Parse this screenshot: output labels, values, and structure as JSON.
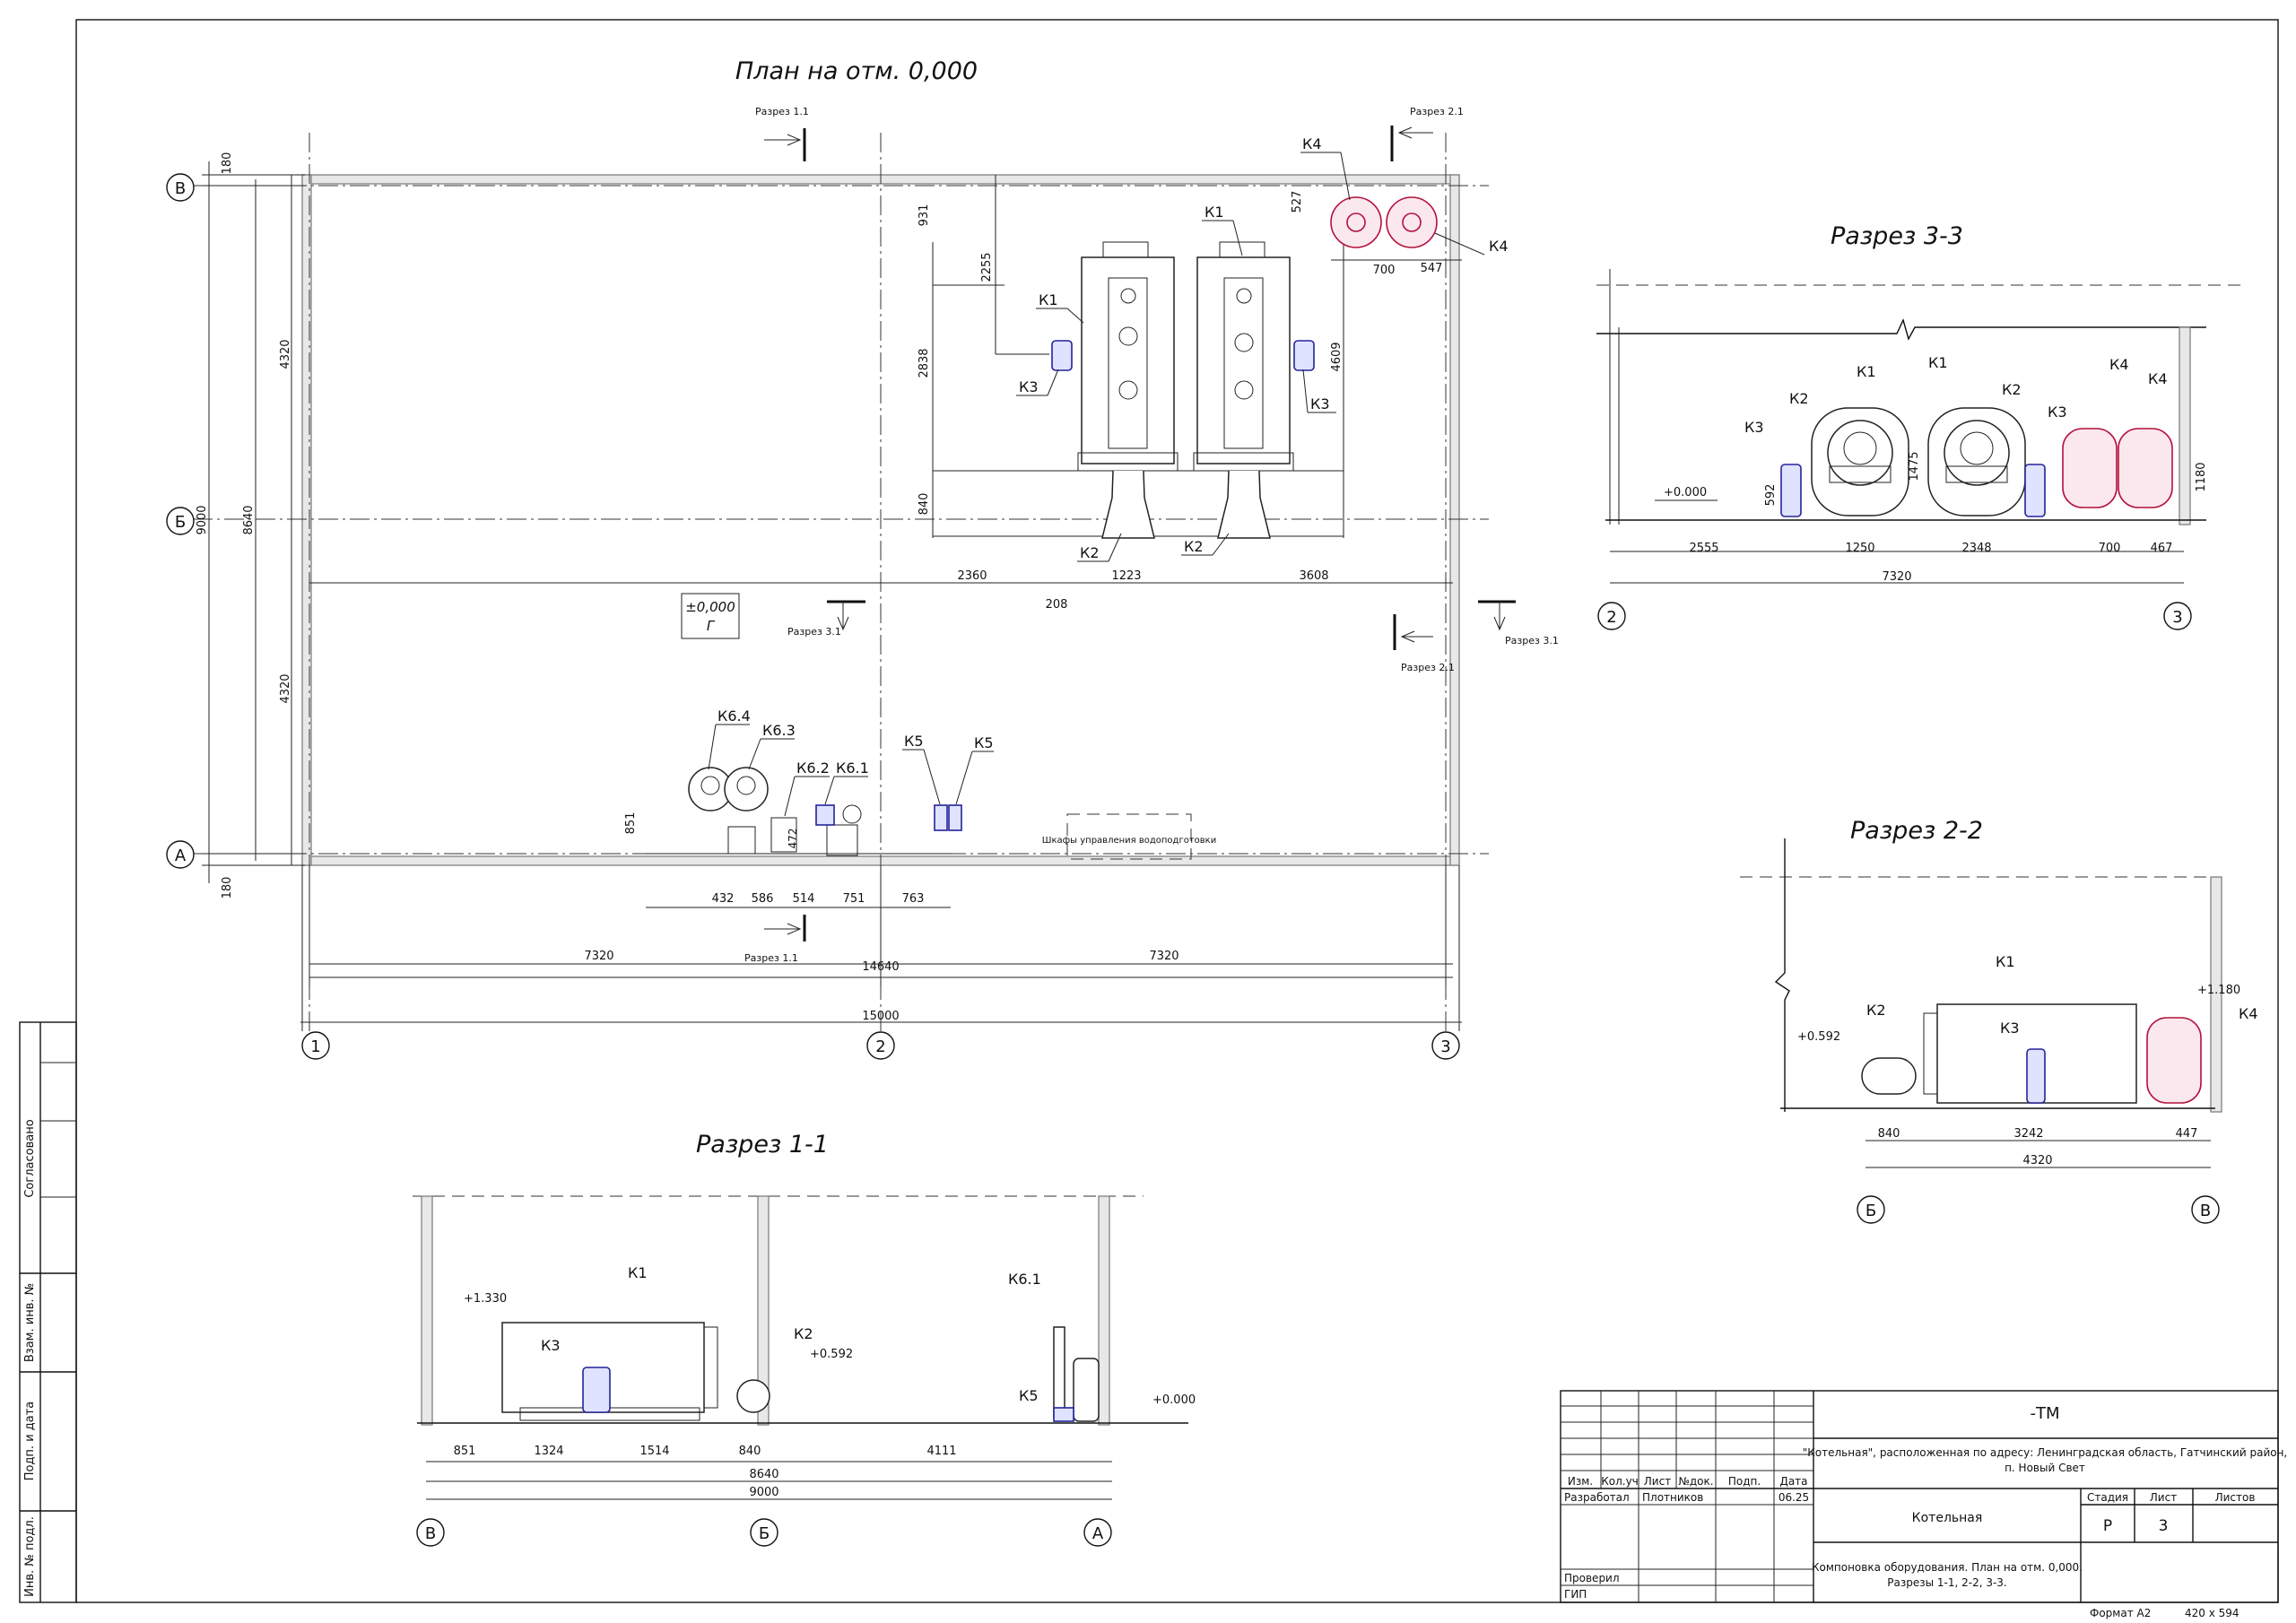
{
  "titles": {
    "plan": "План на отм. 0,000",
    "section11": "Разрез 1-1",
    "section22": "Разрез 2-2",
    "section33": "Разрез 3-3"
  },
  "section_marks": {
    "s11": "Разрез 1.1",
    "s21": "Разрез 2.1",
    "s31": "Разрез 3.1"
  },
  "axes": {
    "v1": "1",
    "v2": "2",
    "v3": "3",
    "hA": "А",
    "hB": "Б",
    "hV": "В"
  },
  "level_box": {
    "line1": "±0,000",
    "line2": "Г"
  },
  "cabinet": "Шкафы управления водоподготовки",
  "equipment": {
    "k1": "К1",
    "k2": "К2",
    "k3": "К3",
    "k4": "К4",
    "k5": "К5",
    "k61": "К6.1",
    "k62": "К6.2",
    "k63": "К6.3",
    "k64": "К6.4"
  },
  "plan_dims": {
    "d180a": "180",
    "d4320a": "4320",
    "d4320b": "4320",
    "d9000": "9000",
    "d8640": "8640",
    "d180b": "180",
    "d931": "931",
    "d2255": "2255",
    "d2838": "2838",
    "d840": "840",
    "d4609": "4609",
    "d527": "527",
    "d700": "700",
    "d547": "547",
    "d2360": "2360",
    "d1223": "1223",
    "d3608": "3608",
    "d208": "208",
    "d851": "851",
    "d432": "432",
    "d586": "586",
    "d514": "514",
    "d751": "751",
    "d763": "763",
    "d472": "472",
    "d7320a": "7320",
    "d14640": "14640",
    "d7320b": "7320",
    "d15000": "15000"
  },
  "s33_dims": {
    "lvl": "+0.000",
    "d592": "592",
    "d1475": "1475",
    "d1180": "1180",
    "d2555": "2555",
    "d1250": "1250",
    "d2348": "2348",
    "d700": "700",
    "d467": "467",
    "d7320": "7320"
  },
  "s22_dims": {
    "lvl1": "+0.592",
    "lvl2": "+1.180",
    "d840": "840",
    "d3242": "3242",
    "d447": "447",
    "d4320": "4320"
  },
  "s11_dims": {
    "lvl1": "+1.330",
    "lvl2": "+0.592",
    "lvl3": "+0.000",
    "d851": "851",
    "d1324": "1324",
    "d1514": "1514",
    "d840": "840",
    "d4111": "4111",
    "d8640": "8640",
    "d9000": "9000"
  },
  "side_stamp": {
    "soglasovano": "Согласовано",
    "vzam": "Взам. инв. №",
    "podp": "Подп. и дата",
    "inv": "Инв. № подл."
  },
  "title_block": {
    "code": "-ТМ",
    "object": "\"Котельная\", расположенная по адресу: Ленинградская область, Гатчинский район,",
    "object2": "п. Новый Свет",
    "h_izm": "Изм.",
    "h_kol": "Кол.уч",
    "h_list": "Лист",
    "h_ndok": "№док.",
    "h_podp": "Подп.",
    "h_data": "Дата",
    "r1_role": "Разработал",
    "r1_name": "Плотников",
    "r1_date": "06.25",
    "r2_role": "Проверил",
    "r3_role": "ГИП",
    "building": "Котельная",
    "sheet_title": "Компоновка оборудования. План на отм. 0,000.",
    "sheet_title2": "Разрезы 1-1, 2-2, 3-3.",
    "h_stage": "Стадия",
    "h_sheet": "Лист",
    "h_sheets": "Листов",
    "stage": "Р",
    "sheet": "3",
    "format": "Формат А2",
    "size": "420 x 594"
  }
}
